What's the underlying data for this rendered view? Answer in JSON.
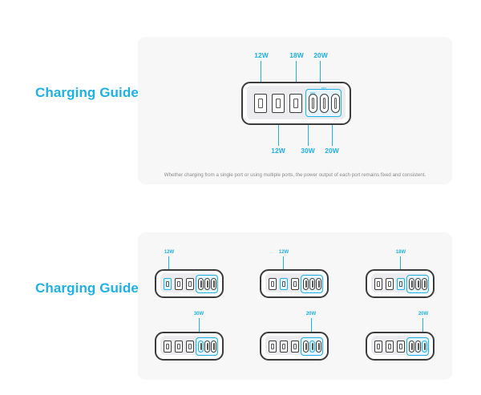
{
  "top_section": {
    "heading": "Charging Guide",
    "labels": {
      "top_left": "12W",
      "top_mid": "18W",
      "top_right": "20W",
      "bottom_left": "12W",
      "bottom_mid": "30W",
      "bottom_right": "20W"
    },
    "caption": "Whether charging from a single port or using multiple ports, the power output of each port remains fixed and consistent."
  },
  "bottom_section": {
    "heading": "Charging Guide",
    "items": [
      {
        "label": "12W",
        "highlighted_port": "usb-a-1"
      },
      {
        "label": "12W",
        "highlighted_port": "usb-a-2"
      },
      {
        "label": "18W",
        "highlighted_port": "usb-a-3"
      },
      {
        "label": "30W",
        "highlighted_port": "usb-c-1"
      },
      {
        "label": "20W",
        "highlighted_port": "usb-c-2"
      },
      {
        "label": "20W",
        "highlighted_port": "usb-c-3"
      }
    ]
  },
  "colors": {
    "accent": "#1fb0e6",
    "outline": "#3b3b3b",
    "panel": "#f7f7f8"
  }
}
